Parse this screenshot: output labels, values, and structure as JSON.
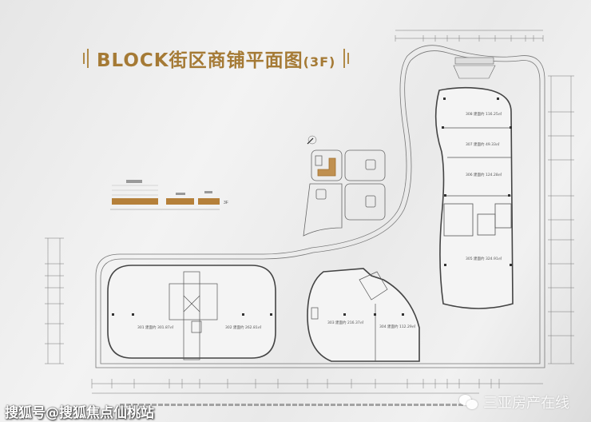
{
  "title": {
    "main": "BLOCK街区商铺平面图",
    "floor": "(3F)",
    "color": "#a57a35"
  },
  "units": [
    {
      "id": "301",
      "label": "301 建面约 301.87㎡"
    },
    {
      "id": "302",
      "label": "302 建面约 262.81㎡"
    },
    {
      "id": "303",
      "label": "303 建面约 216.37㎡"
    },
    {
      "id": "304",
      "label": "304 建面约 112.29㎡"
    },
    {
      "id": "305",
      "label": "305 建面约 324.91㎡"
    },
    {
      "id": "306",
      "label": "306 建面约 124.28㎡"
    },
    {
      "id": "307",
      "label": "307 建面约 49.33㎡"
    },
    {
      "id": "308",
      "label": "308 建面约 116.25㎡"
    }
  ],
  "elevation_label": "3F",
  "watermarks": {
    "left": "搜狐号@搜狐焦点仙桃站",
    "right": "三亚房产在线"
  }
}
